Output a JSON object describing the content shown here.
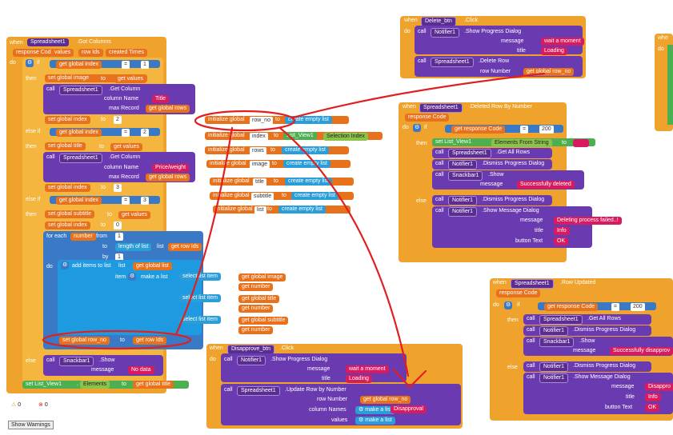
{
  "gotColumns": {
    "when": "when",
    "component": "Spreadsheet1",
    "event": ".Got Columns",
    "params": [
      "response Code",
      "values",
      "row Ids",
      "created Times"
    ],
    "do": "do",
    "if": "if",
    "then": "then",
    "elseIf": "else if",
    "else": "else",
    "getIndex": "get global index",
    "eq": "=",
    "n1": "1",
    "n2": "2",
    "n3": "3",
    "setImage": "set global image",
    "to": "to",
    "getValues": "get values",
    "call": "call",
    "getColumn": ".Get Column",
    "columnName": "column Name",
    "maxRecord": "max Record",
    "colTitle": "Title",
    "colPrice": "Price/weight",
    "getRows": "get global rows",
    "setIndex": "set global index",
    "setTitle": "set global title",
    "setSubtitle": "set global subtitle",
    "forEach": "for each",
    "number": "number",
    "from": "from",
    "lengthOfList": "length of list",
    "list": "list",
    "getRowIds": "get row Ids",
    "by": "by",
    "addItems": "add items to list",
    "getList": "get global list",
    "item": "item",
    "makeList": "make a list",
    "selectItem": "select list item",
    "index": "index",
    "getImage": "get global image",
    "getNumber": "get number",
    "getTitle": "get global title",
    "getSubtitle": "get global subtitle",
    "setRowNo": "set global row_no",
    "snackbar": "Snackbar1",
    "show": ".Show",
    "message": "message",
    "noData": "No data",
    "setListView": "set List_View1",
    "elements": "Elements",
    "getTitle2": "get global title"
  },
  "globals": [
    {
      "name": "row_no",
      "value": "create empty list"
    },
    {
      "name": "index",
      "value": "List_View1",
      "extra": "Selection Index"
    },
    {
      "name": "rows",
      "value": "create empty list"
    },
    {
      "name": "image",
      "value": "create empty list"
    },
    {
      "name": "title",
      "value": "create empty list"
    },
    {
      "name": "subtitle",
      "value": "create empty list"
    },
    {
      "name": "list",
      "value": "create empty list"
    }
  ],
  "globalLabel": "initialize global",
  "globalTo": "to",
  "deleteBtn": {
    "when": "when",
    "component": "Delete_btn",
    "event": ".Click",
    "do": "do",
    "call": "call",
    "notifier": "Notifier1",
    "showProgress": ".Show Progress Dialog",
    "message": "message",
    "waitMsg": "wait a moment",
    "title": "title",
    "loading": "Loading",
    "spreadsheet": "Spreadsheet1",
    "deleteRow": ".Delete Row",
    "rowNumber": "row Number",
    "getRowNo": "get global row_no"
  },
  "deletedRow": {
    "when": "when",
    "component": "Spreadsheet1",
    "event": ".Deleted Row By Number",
    "param": "response Code",
    "do": "do",
    "if": "if",
    "getResp": "get response Code",
    "eq": "=",
    "code": "200",
    "then": "then",
    "setListView": "set List_View1",
    "elementsFromString": "Elements From String",
    "to": "to",
    "call": "call",
    "spreadsheet": "Spreadsheet1",
    "getAllRows": ".Get All Rows",
    "notifier": "Notifier1",
    "dismiss": ".Dismiss Progress Dialog",
    "snackbar": "Snackbar1",
    "show": ".Show",
    "message": "message",
    "deleted": "Successfully deleted",
    "else": "else",
    "showMessage": ".Show Message Dialog",
    "failed": "Deleting process failed..!",
    "title": "title",
    "info": "Info",
    "buttonText": "button Text",
    "ok": "OK"
  },
  "disapprove": {
    "when": "when",
    "component": "Disapprove_btn",
    "event": ".Click",
    "do": "do",
    "call": "call",
    "notifier": "Notifier1",
    "showProgress": ".Show Progress Dialog",
    "message": "message",
    "waitMsg": "wait a moment",
    "title": "title",
    "loading": "Loading",
    "spreadsheet": "Spreadsheet1",
    "updateRow": ".Update Row by Number",
    "rowNumber": "row Number",
    "getRowNo": "get global row_no",
    "columnNames": "column Names",
    "makeList": "make a list",
    "disapproval": "Disapproval",
    "values": "values"
  },
  "rowUpdated": {
    "when": "when",
    "component": "Spreadsheet1",
    "event": ".Row Updated",
    "param": "response Code",
    "do": "do",
    "if": "if",
    "getResp": "get response Code",
    "eq": "=",
    "code": "200",
    "then": "then",
    "call": "call",
    "spreadsheet": "Spreadsheet1",
    "getAllRows": ".Get All Rows",
    "notifier": "Notifier1",
    "dismiss": ".Dismiss Progress Dialog",
    "snackbar": "Snackbar1",
    "show": ".Show",
    "message": "message",
    "success": "Successfully disapprov",
    "else": "else",
    "showMessage": ".Show Message Dialog",
    "disappro": "Disappro",
    "title": "title",
    "info": "Info",
    "buttonText": "button Text",
    "ok": "OK"
  },
  "partial": {
    "when": "whe",
    "do": "do"
  },
  "warnings": {
    "warnCount": "0",
    "errCount": "0",
    "button": "Show Warnings"
  },
  "colors": {
    "event": "#f0a32c",
    "component": "#5c2d91",
    "variable": "#e8721c",
    "list": "#2b9dd8",
    "text": "#d81b60",
    "annotation": "#e02020"
  }
}
